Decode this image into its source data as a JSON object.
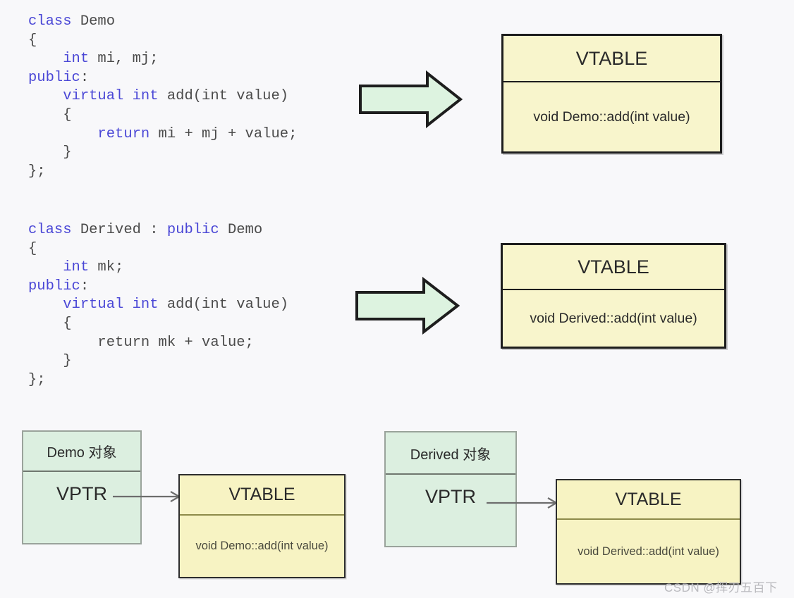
{
  "page": {
    "background": "#f8f8fa",
    "watermark": "CSDN @挥刃五百下"
  },
  "palette": {
    "keyword": "#4a47d6",
    "identifier": "#4b4b4b",
    "vtable_fill": "#f8f5cc",
    "vtable_fill_bottom": "#f7f3c3",
    "object_fill": "#dcefe0",
    "arrow_fill": "#ddf3e0",
    "border_dark": "#1d1d1d",
    "border_gray": "#9aa39b"
  },
  "code_blocks": [
    {
      "name": "demo-class-code",
      "lines": [
        [
          {
            "t": "class",
            "k": true
          },
          {
            "t": " Demo",
            "k": false
          }
        ],
        [
          {
            "t": "{",
            "k": false
          }
        ],
        [
          {
            "t": "    ",
            "k": false
          },
          {
            "t": "int",
            "k": true
          },
          {
            "t": " mi, mj;",
            "k": false
          }
        ],
        [
          {
            "t": "public",
            "k": true
          },
          {
            "t": ":",
            "k": false
          }
        ],
        [
          {
            "t": "    ",
            "k": false
          },
          {
            "t": "virtual int",
            "k": true
          },
          {
            "t": " add(int value)",
            "k": false
          }
        ],
        [
          {
            "t": "    {",
            "k": false
          }
        ],
        [
          {
            "t": "        ",
            "k": false
          },
          {
            "t": "return",
            "k": true
          },
          {
            "t": " mi + mj + value;",
            "k": false
          }
        ],
        [
          {
            "t": "    }",
            "k": false
          }
        ],
        [
          {
            "t": "};",
            "k": false
          }
        ]
      ]
    },
    {
      "name": "derived-class-code",
      "lines": [
        [
          {
            "t": "class",
            "k": true
          },
          {
            "t": " Derived : ",
            "k": false
          },
          {
            "t": "public",
            "k": true
          },
          {
            "t": " Demo",
            "k": false
          }
        ],
        [
          {
            "t": "{",
            "k": false
          }
        ],
        [
          {
            "t": "    ",
            "k": false
          },
          {
            "t": "int",
            "k": true
          },
          {
            "t": " mk;",
            "k": false
          }
        ],
        [
          {
            "t": "public",
            "k": true
          },
          {
            "t": ":",
            "k": false
          }
        ],
        [
          {
            "t": "    ",
            "k": false
          },
          {
            "t": "virtual int",
            "k": true
          },
          {
            "t": " add(int value)",
            "k": false
          }
        ],
        [
          {
            "t": "    {",
            "k": false
          }
        ],
        [
          {
            "t": "        return mk + value;",
            "k": false
          }
        ],
        [
          {
            "t": "    }",
            "k": false
          }
        ],
        [
          {
            "t": "};",
            "k": false
          }
        ]
      ]
    }
  ],
  "vtables_top": [
    {
      "name": "demo-vtable-top",
      "header": "VTABLE",
      "entry": "void Demo::add(int value)"
    },
    {
      "name": "derived-vtable-top",
      "header": "VTABLE",
      "entry": "void Derived::add(int value)"
    }
  ],
  "objects": [
    {
      "name": "demo-object",
      "header": "Demo 对象",
      "field": "VPTR"
    },
    {
      "name": "derived-object",
      "header": "Derived 对象",
      "field": "VPTR"
    }
  ],
  "vtables_bottom": [
    {
      "name": "demo-vtable-bottom",
      "header": "VTABLE",
      "entry": "void Demo::add(int  value)"
    },
    {
      "name": "derived-vtable-bottom",
      "header": "VTABLE",
      "entry": "void Derived::add(int  value)"
    }
  ]
}
